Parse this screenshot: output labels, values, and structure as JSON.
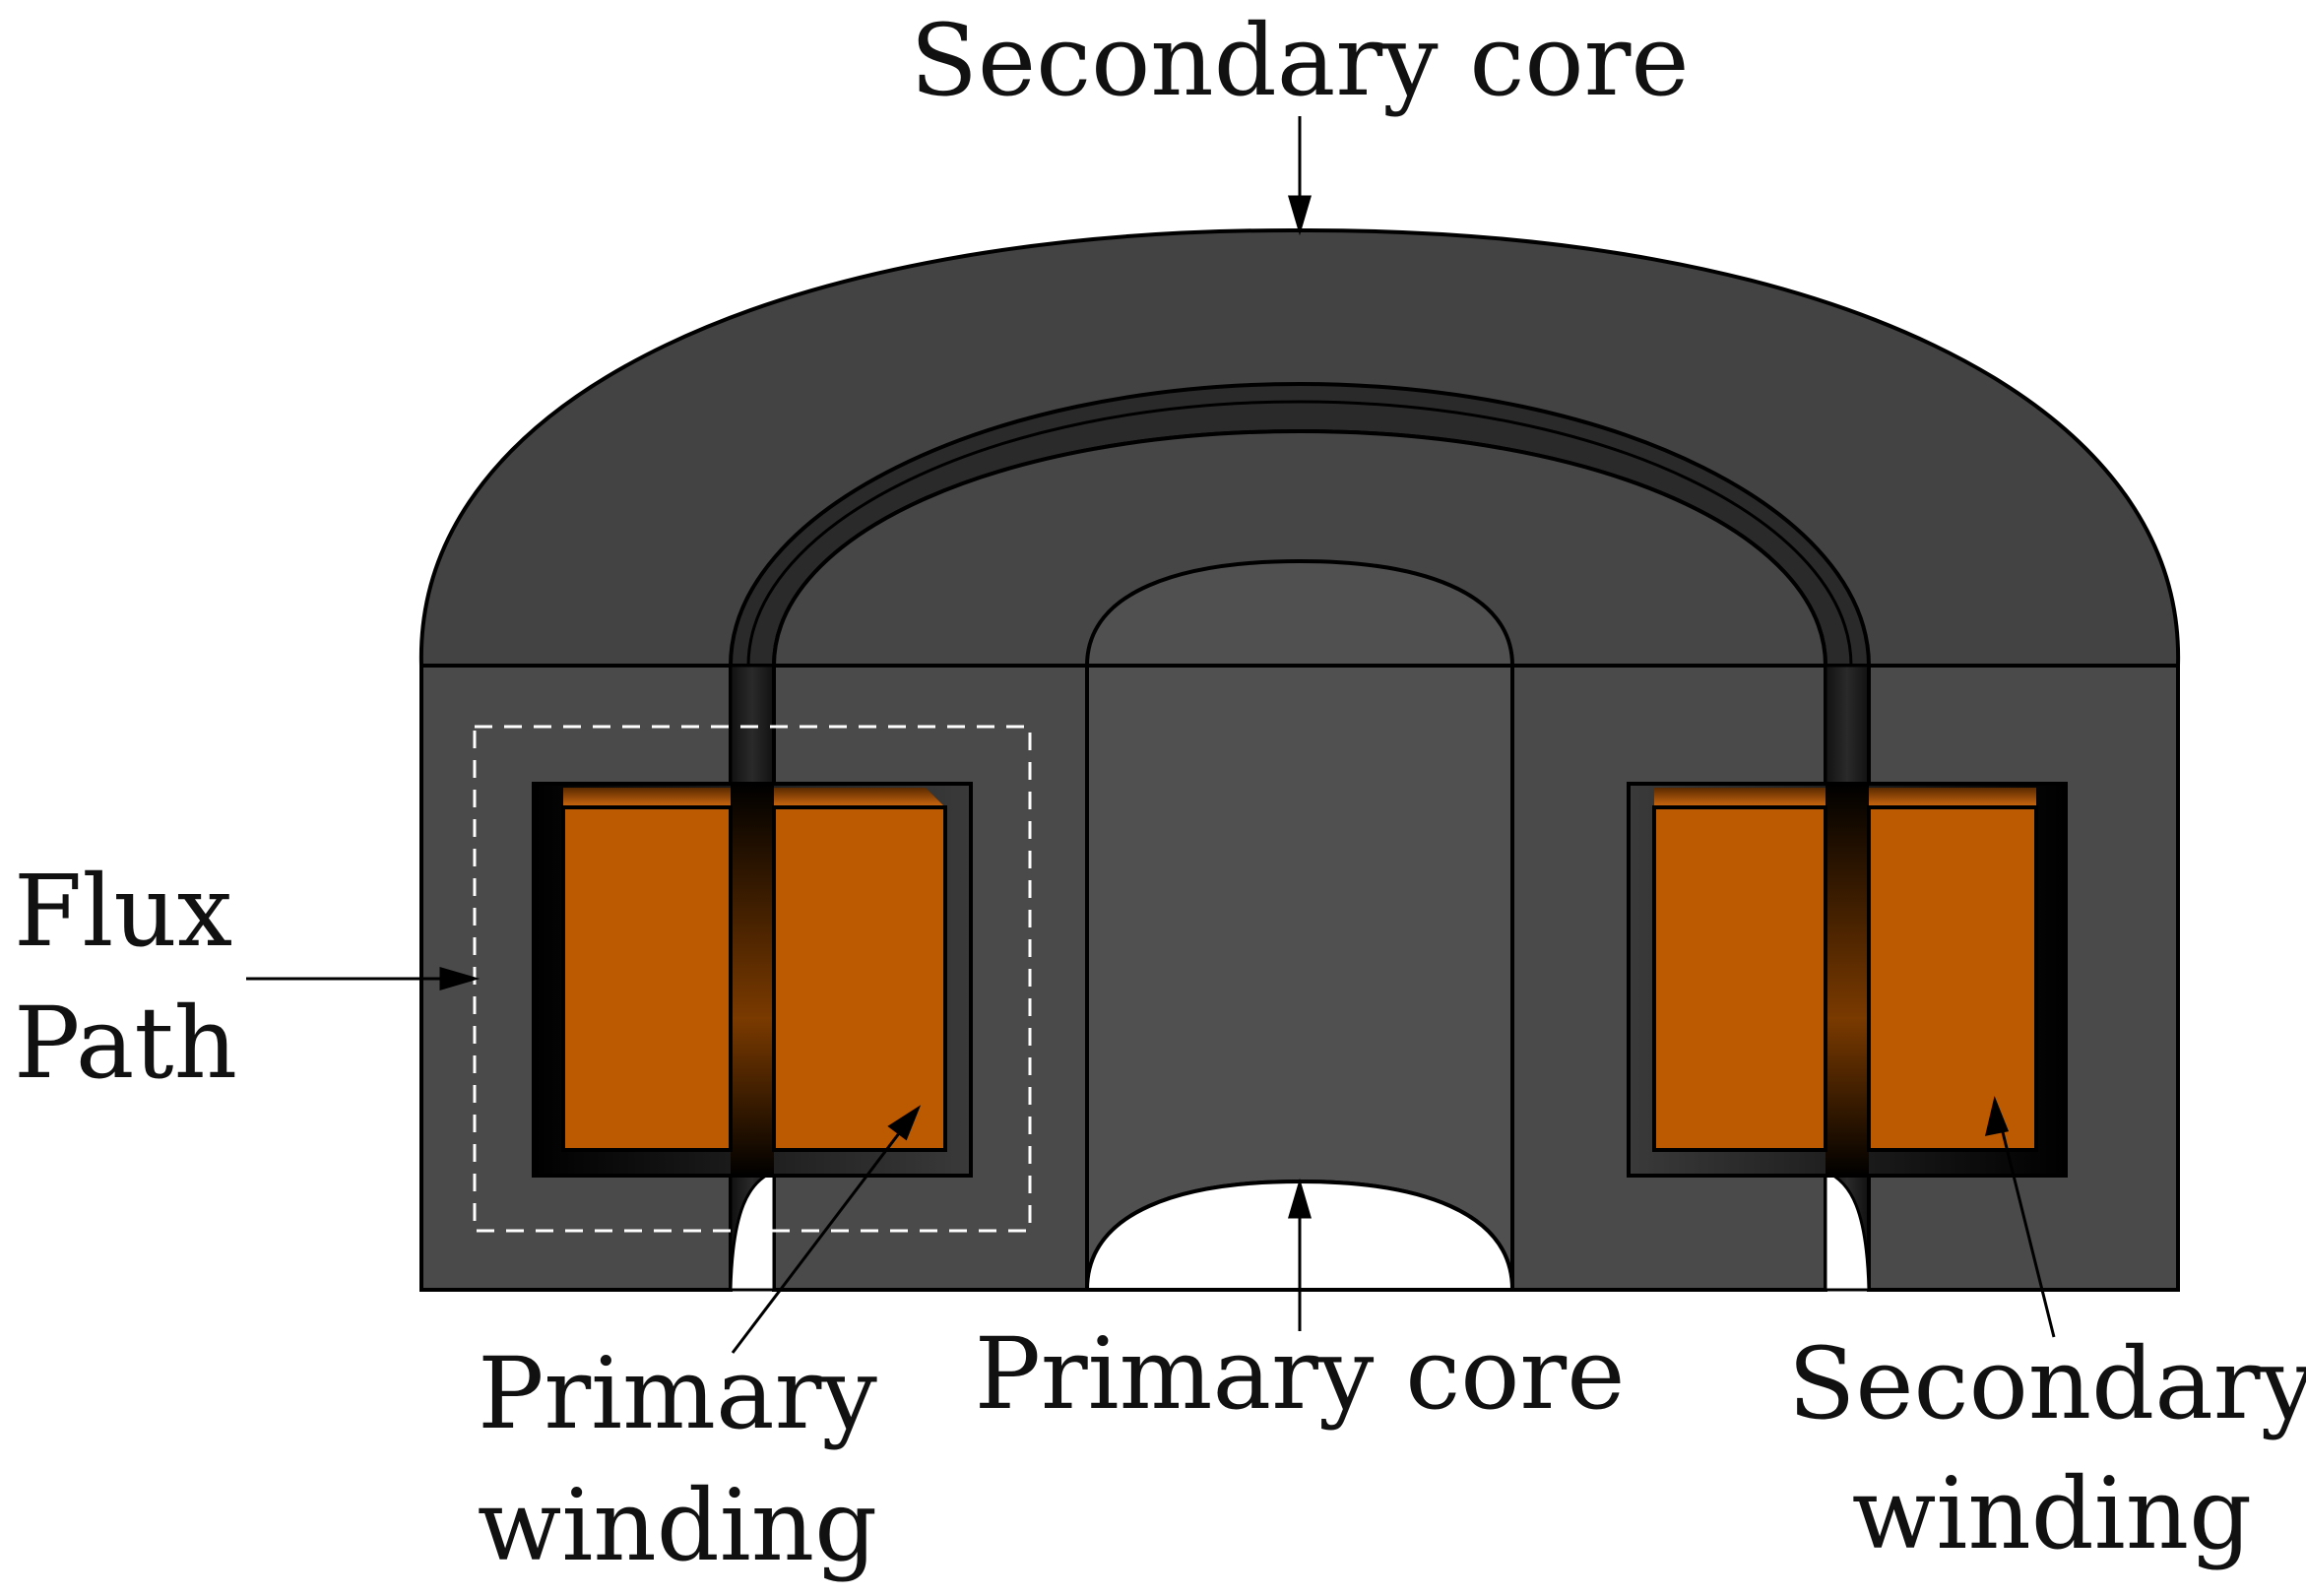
{
  "labels": {
    "secondary_core": "Secondary core",
    "flux_path_line1": "Flux",
    "flux_path_line2": "Path",
    "primary_winding_line1": "Primary",
    "primary_winding_line2": "winding",
    "primary_core": "Primary core",
    "secondary_winding_line1": "Secondary",
    "secondary_winding_line2": "winding"
  },
  "colors": {
    "core_dark": "#434343",
    "core_face": "#4a4a4a",
    "core_center": "#505050",
    "copper": "#bb5a00",
    "outline": "#000000",
    "flux_path": "#ffffff"
  }
}
